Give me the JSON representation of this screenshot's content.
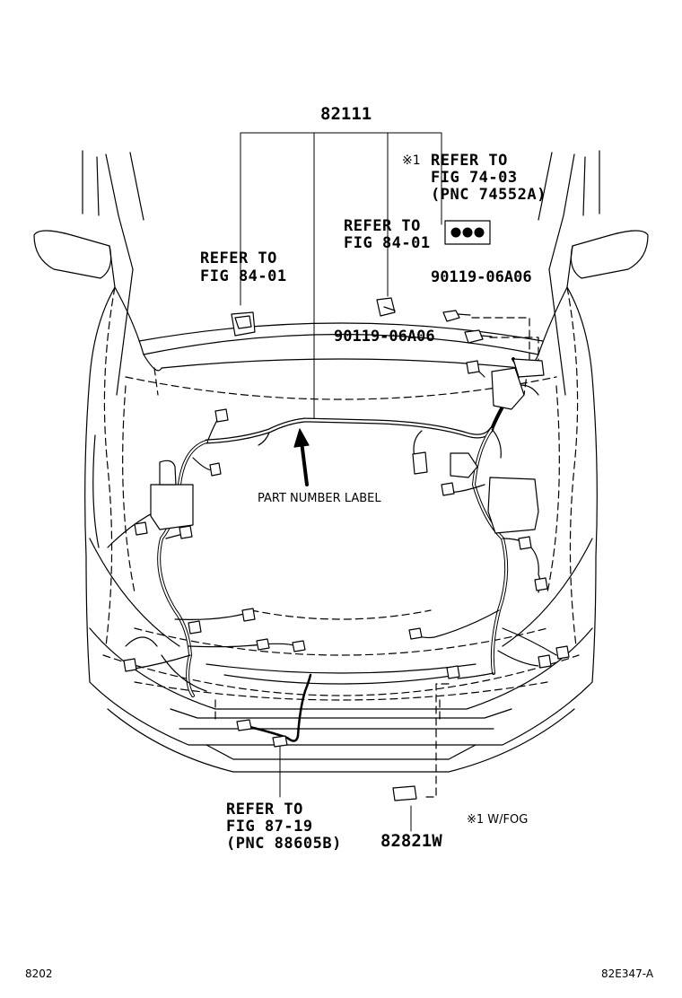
{
  "main_part_number": "82111",
  "callouts": {
    "refer_left": {
      "line1": "REFER TO",
      "line2": "FIG 84-01"
    },
    "refer_mid": {
      "line1": "REFER TO",
      "line2": "FIG 84-01"
    },
    "refer_top_right": {
      "mark": "※1",
      "line1": "REFER TO",
      "line2": "FIG 74-03",
      "line3": "(PNC 74552A)"
    },
    "refer_bottom": {
      "line1": "REFER TO",
      "line2": "FIG 87-19",
      "line3": "(PNC 88605B)"
    }
  },
  "bolts": [
    {
      "part_number": "90119-06A06"
    },
    {
      "part_number": "90119-06A06"
    }
  ],
  "part_number_label_text": "PART NUMBER LABEL",
  "bottom_part_number": "82821W",
  "note": "※1 W/FOG",
  "footer": {
    "left_code": "8202",
    "right_code": "82E347-A"
  }
}
